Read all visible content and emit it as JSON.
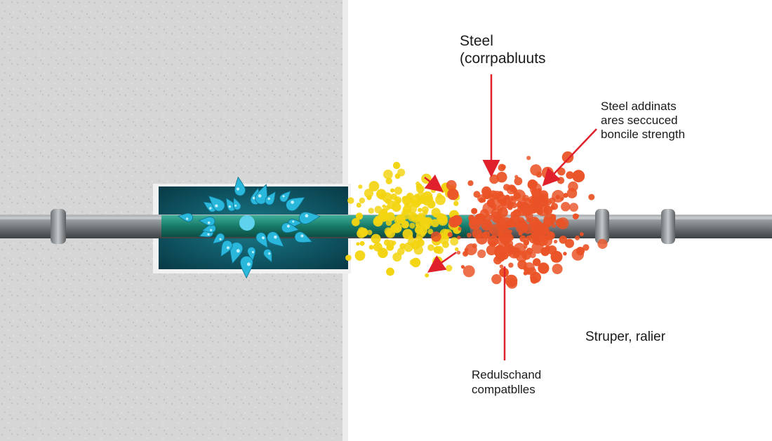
{
  "labels": {
    "top": {
      "line1": "Steel",
      "line2": "(corrpabluuts"
    },
    "right": {
      "line1": "Steel addinats",
      "line2": "ares seccuced",
      "line3": "boncile strength"
    },
    "side": "Struper, ralier",
    "bottom": {
      "line1": "Redulschand",
      "line2": "compatblles"
    }
  },
  "colors": {
    "concrete": "#d7d7d7",
    "cavity": "#0e5566",
    "rebar": "#7f8488",
    "coating": "#1b8a78",
    "droplets": "#29b8dc",
    "yellow_particles": "#f3d411",
    "red_particles": "#ea5326",
    "arrow": "#e0202a"
  },
  "icons": [
    "water-droplet-icon",
    "arrow-icon"
  ]
}
